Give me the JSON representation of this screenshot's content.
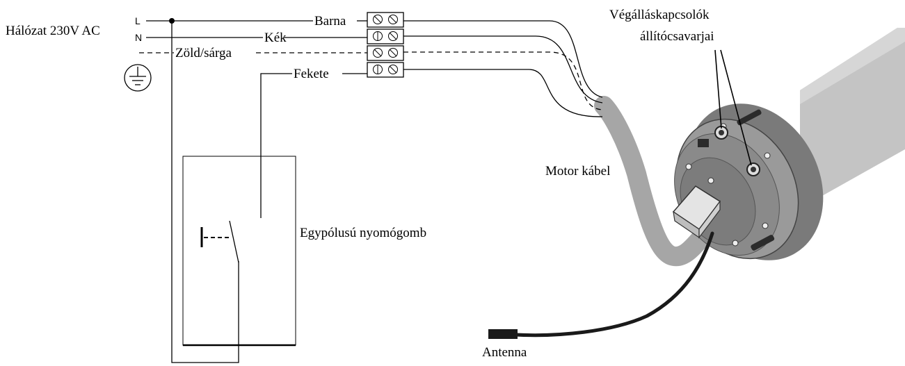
{
  "labels": {
    "network": "Hálózat 230V AC",
    "line_l": "L",
    "line_n": "N",
    "wire_brown": "Barna",
    "wire_blue": "Kék",
    "wire_earth": "Zöld/sárga",
    "wire_black": "Fekete",
    "limit_screws_line1": "Végálláskapcsolók",
    "limit_screws_line2": "állítócsavarjai",
    "motor_cable": "Motor kábel",
    "pushbutton": "Egypólusú nyomógomb",
    "antenna": "Antenna"
  },
  "icons": {
    "earth": "earth-ground-icon",
    "terminal": "screw-terminal-icon",
    "switch": "single-pole-switch-icon"
  },
  "colors": {
    "line": "#000000",
    "cable_gray": "#a6a6a6",
    "tube_gray": "#c4c4c4",
    "motor_head": "#6e6e6e",
    "antenna": "#1a1a1a"
  }
}
